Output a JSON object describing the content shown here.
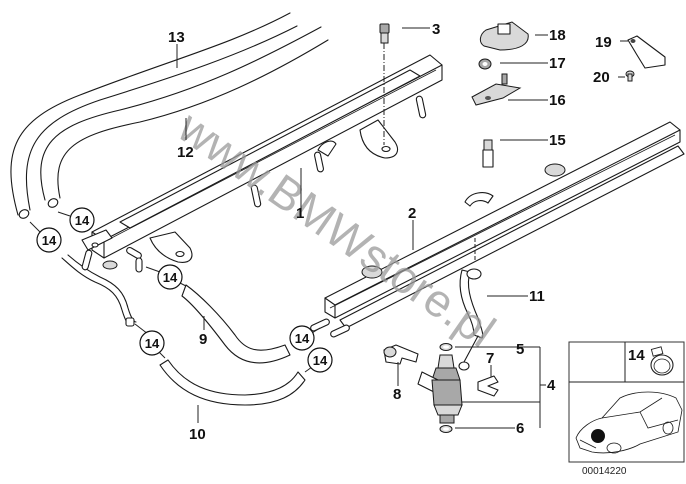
{
  "diagram": {
    "type": "exploded parts diagram",
    "subject": "fuel injection rails, injectors and hoses",
    "watermark": "www.BMWstore.pl",
    "diagram_code": "00014220",
    "labels": {
      "p1": "1",
      "p2": "2",
      "p3": "3",
      "p4": "4",
      "p5": "5",
      "p6": "6",
      "p7": "7",
      "p8": "8",
      "p9": "9",
      "p10": "10",
      "p11": "11",
      "p12": "12",
      "p13": "13",
      "p15": "15",
      "p16": "16",
      "p17": "17",
      "p18": "18",
      "p19": "19",
      "p20": "20"
    },
    "circled_label": "14",
    "circled_count": 6,
    "inset": {
      "label": "14",
      "part": "hose clamp",
      "vehicle_marker": "location marker on front of car"
    }
  }
}
